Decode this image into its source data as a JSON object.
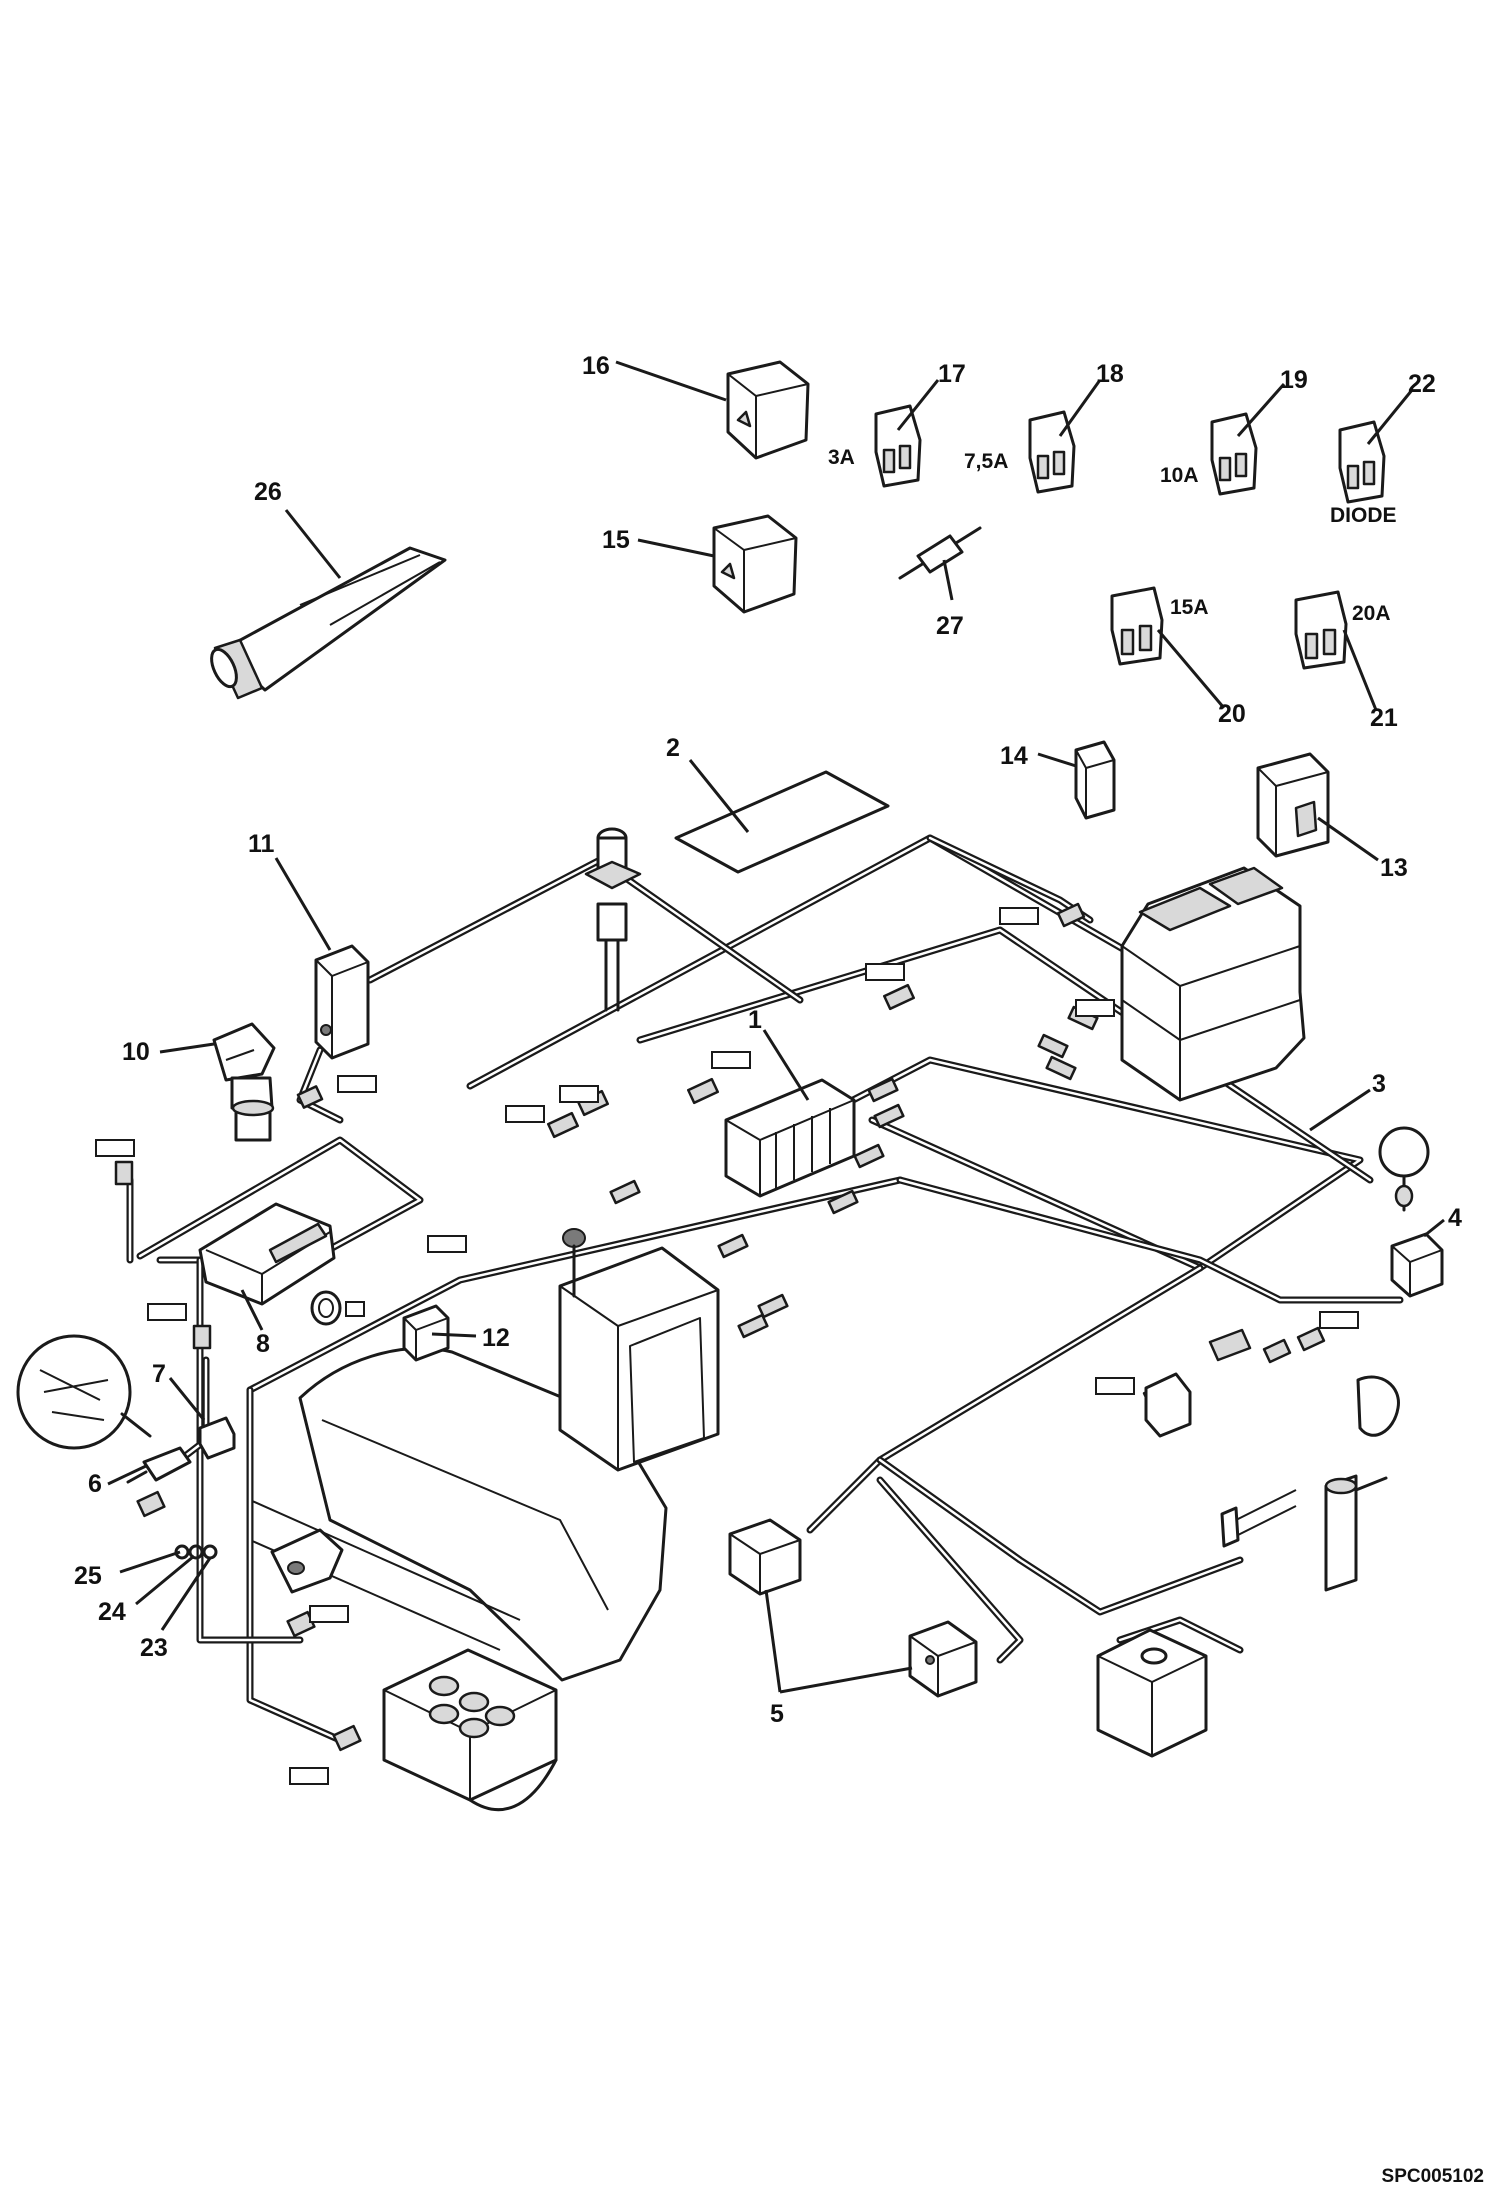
{
  "drawing_code": "SPC005102",
  "callouts": {
    "c1": "1",
    "c2": "2",
    "c3": "3",
    "c4": "4",
    "c5": "5",
    "c6": "6",
    "c7": "7",
    "c8": "8",
    "c10": "10",
    "c11": "11",
    "c12": "12",
    "c13": "13",
    "c14": "14",
    "c15": "15",
    "c16": "16",
    "c17": "17",
    "c18": "18",
    "c19": "19",
    "c20": "20",
    "c21": "21",
    "c22": "22",
    "c23": "23",
    "c24": "24",
    "c25": "25",
    "c26": "26",
    "c27": "27"
  },
  "fuse_ratings": {
    "f17": "3A",
    "f18": "7,5A",
    "f19": "10A",
    "f20": "15A",
    "f21": "20A",
    "f22": "DIODE"
  }
}
